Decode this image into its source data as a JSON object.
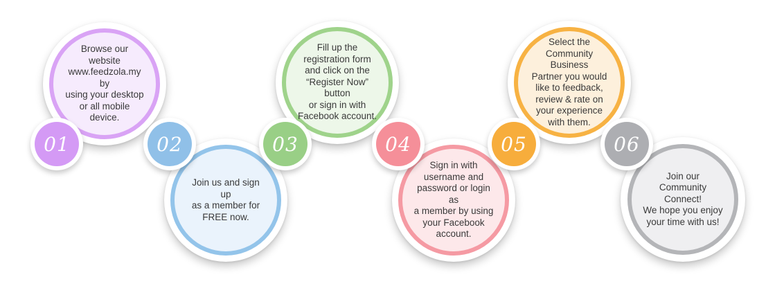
{
  "steps": [
    {
      "number": "01",
      "text": "Browse our website\nwww.feedzola.my by\nusing your desktop\nor all mobile\ndevice.",
      "ring_color": "#d9a3f5",
      "fill_color": "#f6ebfd",
      "badge_color": "#d49af5",
      "position": "top"
    },
    {
      "number": "02",
      "text": "Join us and sign up\nas a member for\nFREE now.",
      "ring_color": "#93c4ea",
      "fill_color": "#eaf3fc",
      "badge_color": "#90c0e8",
      "position": "bottom"
    },
    {
      "number": "03",
      "text": "Fill up the\nregistration form\nand click on the\n“Register Now” button\nor sign in with\nFacebook account.",
      "ring_color": "#9fd38b",
      "fill_color": "#edf7e9",
      "badge_color": "#99cf86",
      "position": "top"
    },
    {
      "number": "04",
      "text": "Sign in with\nusername and\npassword or login as\na member by using\nyour Facebook\naccount.",
      "ring_color": "#f59aa3",
      "fill_color": "#fde8ea",
      "badge_color": "#f58f99",
      "position": "bottom"
    },
    {
      "number": "05",
      "text": "Select the\nCommunity Business\nPartner you would\nlike to feedback,\nreview & rate on\nyour experience\nwith them.",
      "ring_color": "#f7b243",
      "fill_color": "#fdf0dc",
      "badge_color": "#f7ad3c",
      "position": "top"
    },
    {
      "number": "06",
      "text": "Join our Community\nConnect!\nWe hope you enjoy\nyour time with us!",
      "ring_color": "#b4b5b8",
      "fill_color": "#efeff1",
      "badge_color": "#adaeb2",
      "position": "bottom"
    }
  ]
}
